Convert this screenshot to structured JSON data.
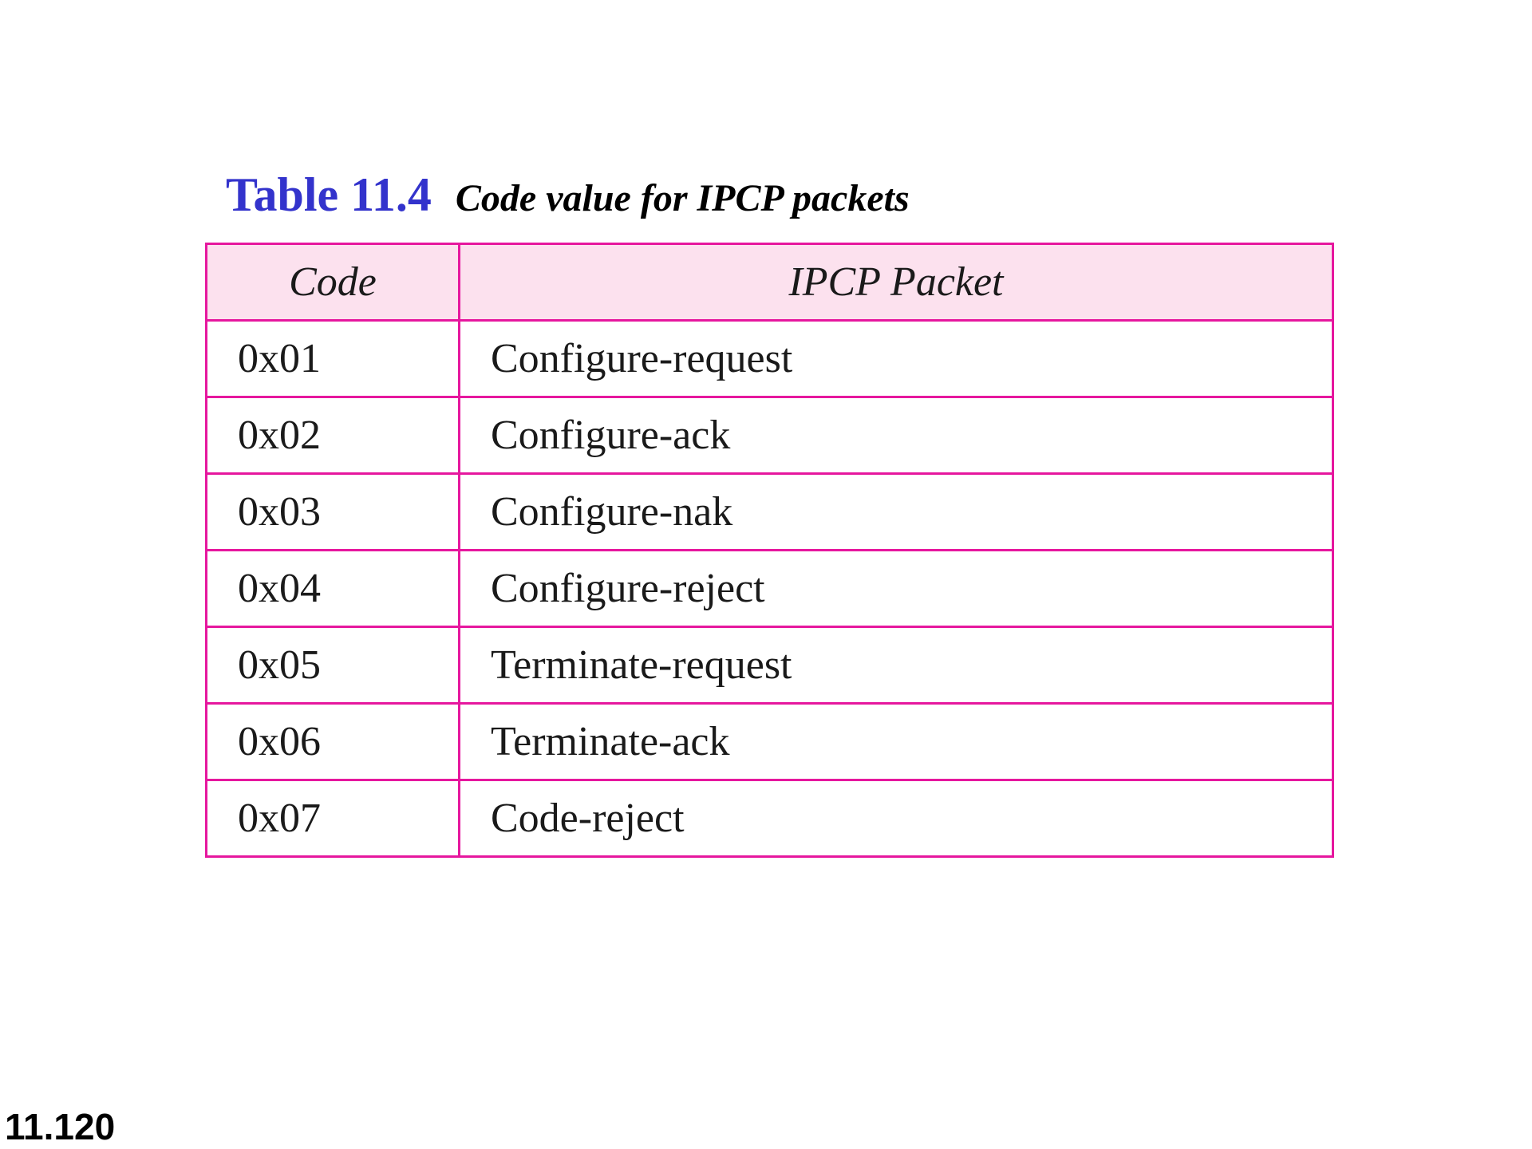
{
  "caption": {
    "label": "Table 11.4",
    "title": "Code value for IPCP packets"
  },
  "table": {
    "headers": [
      "Code",
      "IPCP Packet"
    ],
    "rows": [
      [
        "0x01",
        "Configure-request"
      ],
      [
        "0x02",
        "Configure-ack"
      ],
      [
        "0x03",
        "Configure-nak"
      ],
      [
        "0x04",
        "Configure-reject"
      ],
      [
        "0x05",
        "Terminate-request"
      ],
      [
        "0x06",
        "Terminate-ack"
      ],
      [
        "0x07",
        "Code-reject"
      ]
    ]
  },
  "slide_number": "11.120",
  "colors": {
    "caption_label": "#3333cc",
    "table_border": "#e6179e",
    "header_background": "#fce1ee"
  }
}
